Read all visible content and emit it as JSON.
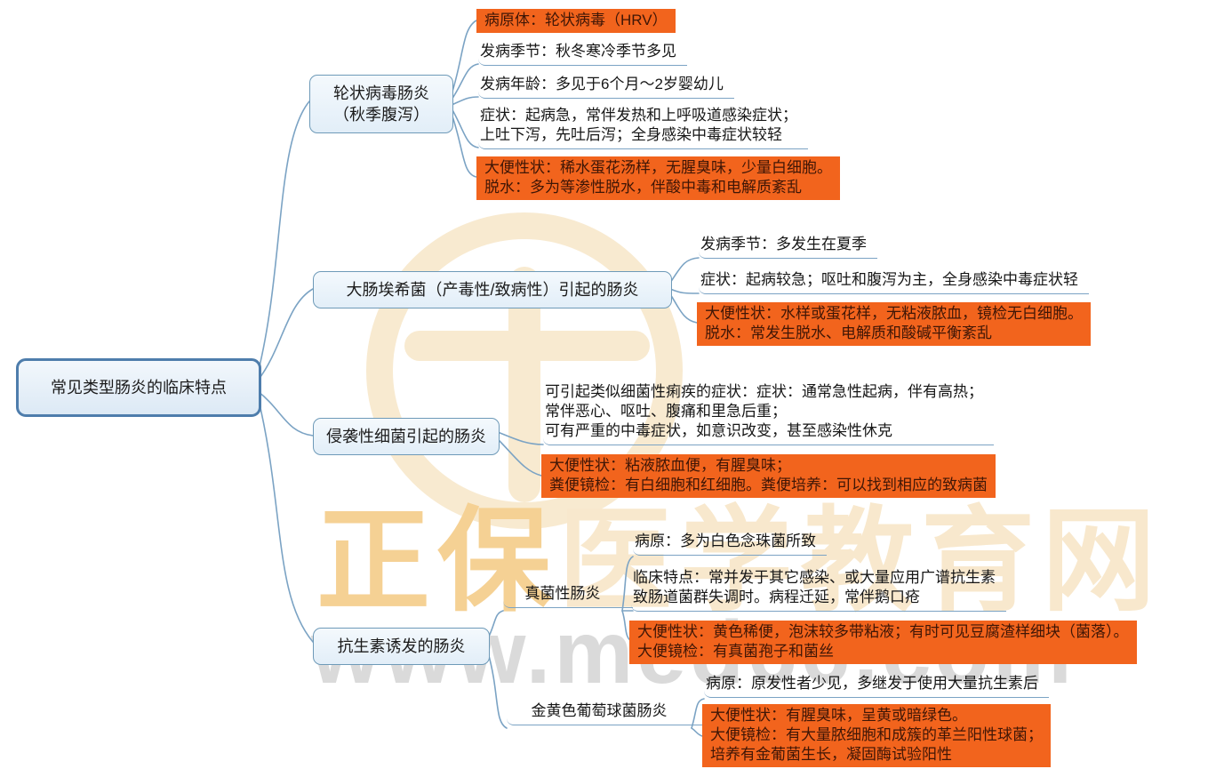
{
  "colors": {
    "highlight_bg": "#F2641D",
    "highlight_text": "#3F1606",
    "line": "#7BA3C4",
    "node_border": "#6E9AB8",
    "node_fill": "#E9F1F9",
    "root_border": "#4E7DAC",
    "text": "#161616",
    "watermark_orange": "#F5D194",
    "watermark_cream": "#F8EAD0",
    "watermark_gray": "#DADADA"
  },
  "watermark": {
    "brand_part1": "正保",
    "brand_part2": "医学教育网",
    "url_text": "www.med66.com"
  },
  "root": {
    "label": "常见类型肠炎的临床特点"
  },
  "branches": [
    {
      "title": "轮状病毒肠炎\n（秋季腹泻）",
      "leaves": [
        {
          "text": "病原体：轮状病毒（HRV）",
          "highlight": true
        },
        {
          "text": "发病季节：秋冬寒冷季节多见",
          "highlight": false
        },
        {
          "text": "发病年龄：多见于6个月～2岁婴幼儿",
          "highlight": false
        },
        {
          "text": "症状：起病急，常伴发热和上呼吸道感染症状；\n上吐下泻，先吐后泻；全身感染中毒症状较轻",
          "highlight": false
        },
        {
          "text": "大便性状：稀水蛋花汤样，无腥臭味，少量白细胞。\n脱水：多为等渗性脱水，伴酸中毒和电解质紊乱",
          "highlight": true
        }
      ]
    },
    {
      "title": "大肠埃希菌（产毒性/致病性）引起的肠炎",
      "leaves": [
        {
          "text": "发病季节：多发生在夏季",
          "highlight": false
        },
        {
          "text": "症状：起病较急；呕吐和腹泻为主，全身感染中毒症状轻",
          "highlight": false
        },
        {
          "text": "大便性状：水样或蛋花样，无粘液脓血，镜检无白细胞。\n脱水：常发生脱水、电解质和酸碱平衡紊乱",
          "highlight": true
        }
      ]
    },
    {
      "title": "侵袭性细菌引起的肠炎",
      "leaves": [
        {
          "text": "可引起类似细菌性痢疾的症状：症状：通常急性起病，伴有高热；\n常伴恶心、呕吐、腹痛和里急后重；\n可有严重的中毒症状，如意识改变，甚至感染性休克",
          "highlight": false
        },
        {
          "text": "大便性状：粘液脓血便，有腥臭味；\n粪便镜检：有白细胞和红细胞。粪便培养：可以找到相应的致病菌",
          "highlight": true
        }
      ]
    },
    {
      "title": "抗生素诱发的肠炎",
      "children": [
        {
          "title": "真菌性肠炎",
          "leaves": [
            {
              "text": "病原：多为白色念珠菌所致",
              "highlight": false
            },
            {
              "text": "临床特点：常并发于其它感染、或大量应用广谱抗生素\n致肠道菌群失调时。病程迁延，常伴鹅口疮",
              "highlight": false
            },
            {
              "text": "大便性状：黄色稀便，泡沫较多带粘液；有时可见豆腐渣样细块（菌落）。\n大便镜检：有真菌孢子和菌丝",
              "highlight": true
            }
          ]
        },
        {
          "title": "金黄色葡萄球菌肠炎",
          "leaves": [
            {
              "text": "病原：原发性者少见，多继发于使用大量抗生素后",
              "highlight": false
            },
            {
              "text": "大便性状：有腥臭味，呈黄或暗绿色。\n大便镜检：有大量脓细胞和成簇的革兰阳性球菌；\n培养有金葡菌生长，凝固酶试验阳性",
              "highlight": true
            }
          ]
        }
      ]
    }
  ]
}
